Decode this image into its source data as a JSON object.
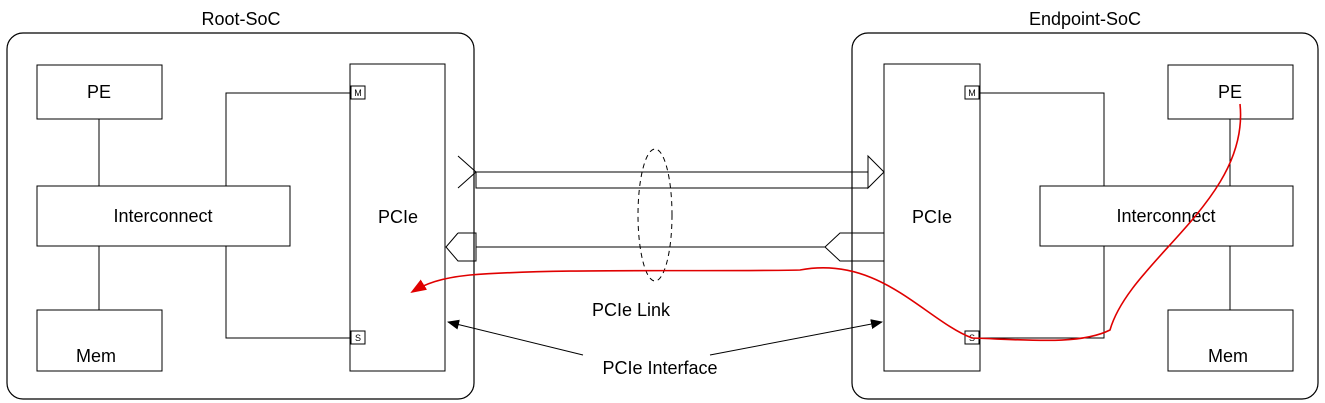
{
  "diagram": {
    "root_soc": {
      "title": "Root-SoC",
      "pe_label": "PE",
      "interconnect_label": "Interconnect",
      "mem_label": "Mem",
      "pcie_label": "PCIe",
      "port_m": "M",
      "port_s": "S"
    },
    "endpoint_soc": {
      "title": "Endpoint-SoC",
      "pe_label": "PE",
      "interconnect_label": "Interconnect",
      "mem_label": "Mem",
      "pcie_label": "PCIe",
      "port_m": "M",
      "port_s": "S"
    },
    "link_label": "PCIe Link",
    "interface_label": "PCIe Interface",
    "colors": {
      "line": "#000000",
      "path_highlight": "#e00000",
      "background": "#ffffff"
    }
  }
}
